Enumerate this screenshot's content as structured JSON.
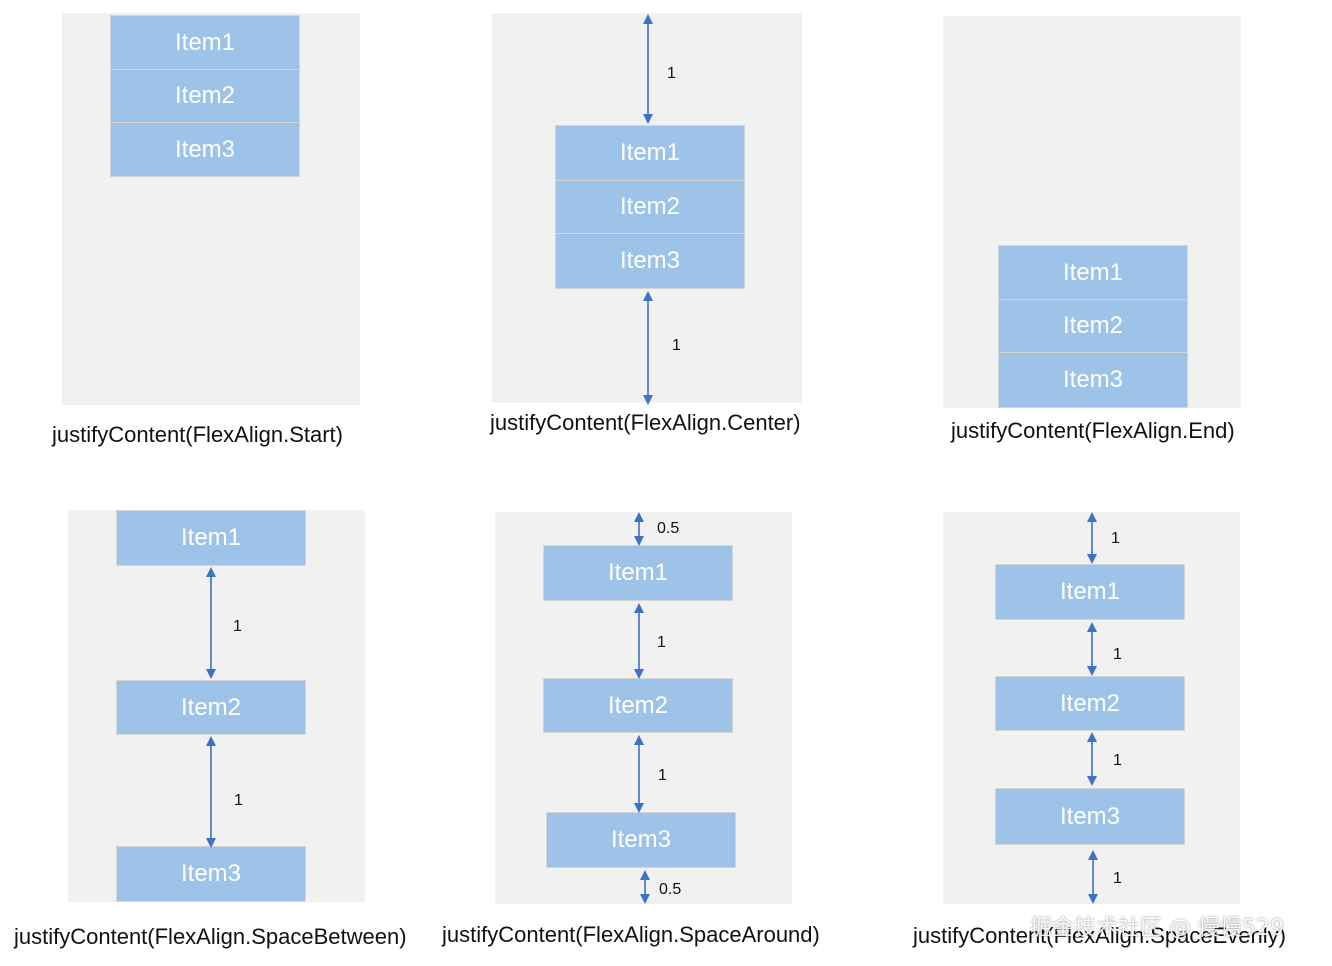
{
  "colors": {
    "panel": "#f1f1f1",
    "item": "#9ec3e8",
    "item_text": "#ffffff",
    "arrow": "#3f72c4",
    "caption": "#111111"
  },
  "icons": [
    "double-headed-arrow-icon"
  ],
  "panels": {
    "start": {
      "caption": "justifyContent(FlexAlign.Start)",
      "items": [
        "Item1",
        "Item2",
        "Item3"
      ]
    },
    "center": {
      "caption": "justifyContent(FlexAlign.Center)",
      "items": [
        "Item1",
        "Item2",
        "Item3"
      ],
      "gaps": [
        "1",
        "1"
      ]
    },
    "end": {
      "caption": "justifyContent(FlexAlign.End)",
      "items": [
        "Item1",
        "Item2",
        "Item3"
      ]
    },
    "space_between": {
      "caption": "justifyContent(FlexAlign.SpaceBetween)",
      "items": [
        "Item1",
        "Item2",
        "Item3"
      ],
      "gaps": [
        "1",
        "1"
      ]
    },
    "space_around": {
      "caption": "justifyContent(FlexAlign.SpaceAround)",
      "items": [
        "Item1",
        "Item2",
        "Item3"
      ],
      "gaps": [
        "0.5",
        "1",
        "1",
        "0.5"
      ]
    },
    "space_evenly": {
      "caption": "justifyContent(FlexAlign.SpaceEvenly)",
      "items": [
        "Item1",
        "Item2",
        "Item3"
      ],
      "gaps": [
        "1",
        "1",
        "1",
        "1"
      ]
    }
  },
  "watermark": "掘金技术社区 @ 慢慢529"
}
